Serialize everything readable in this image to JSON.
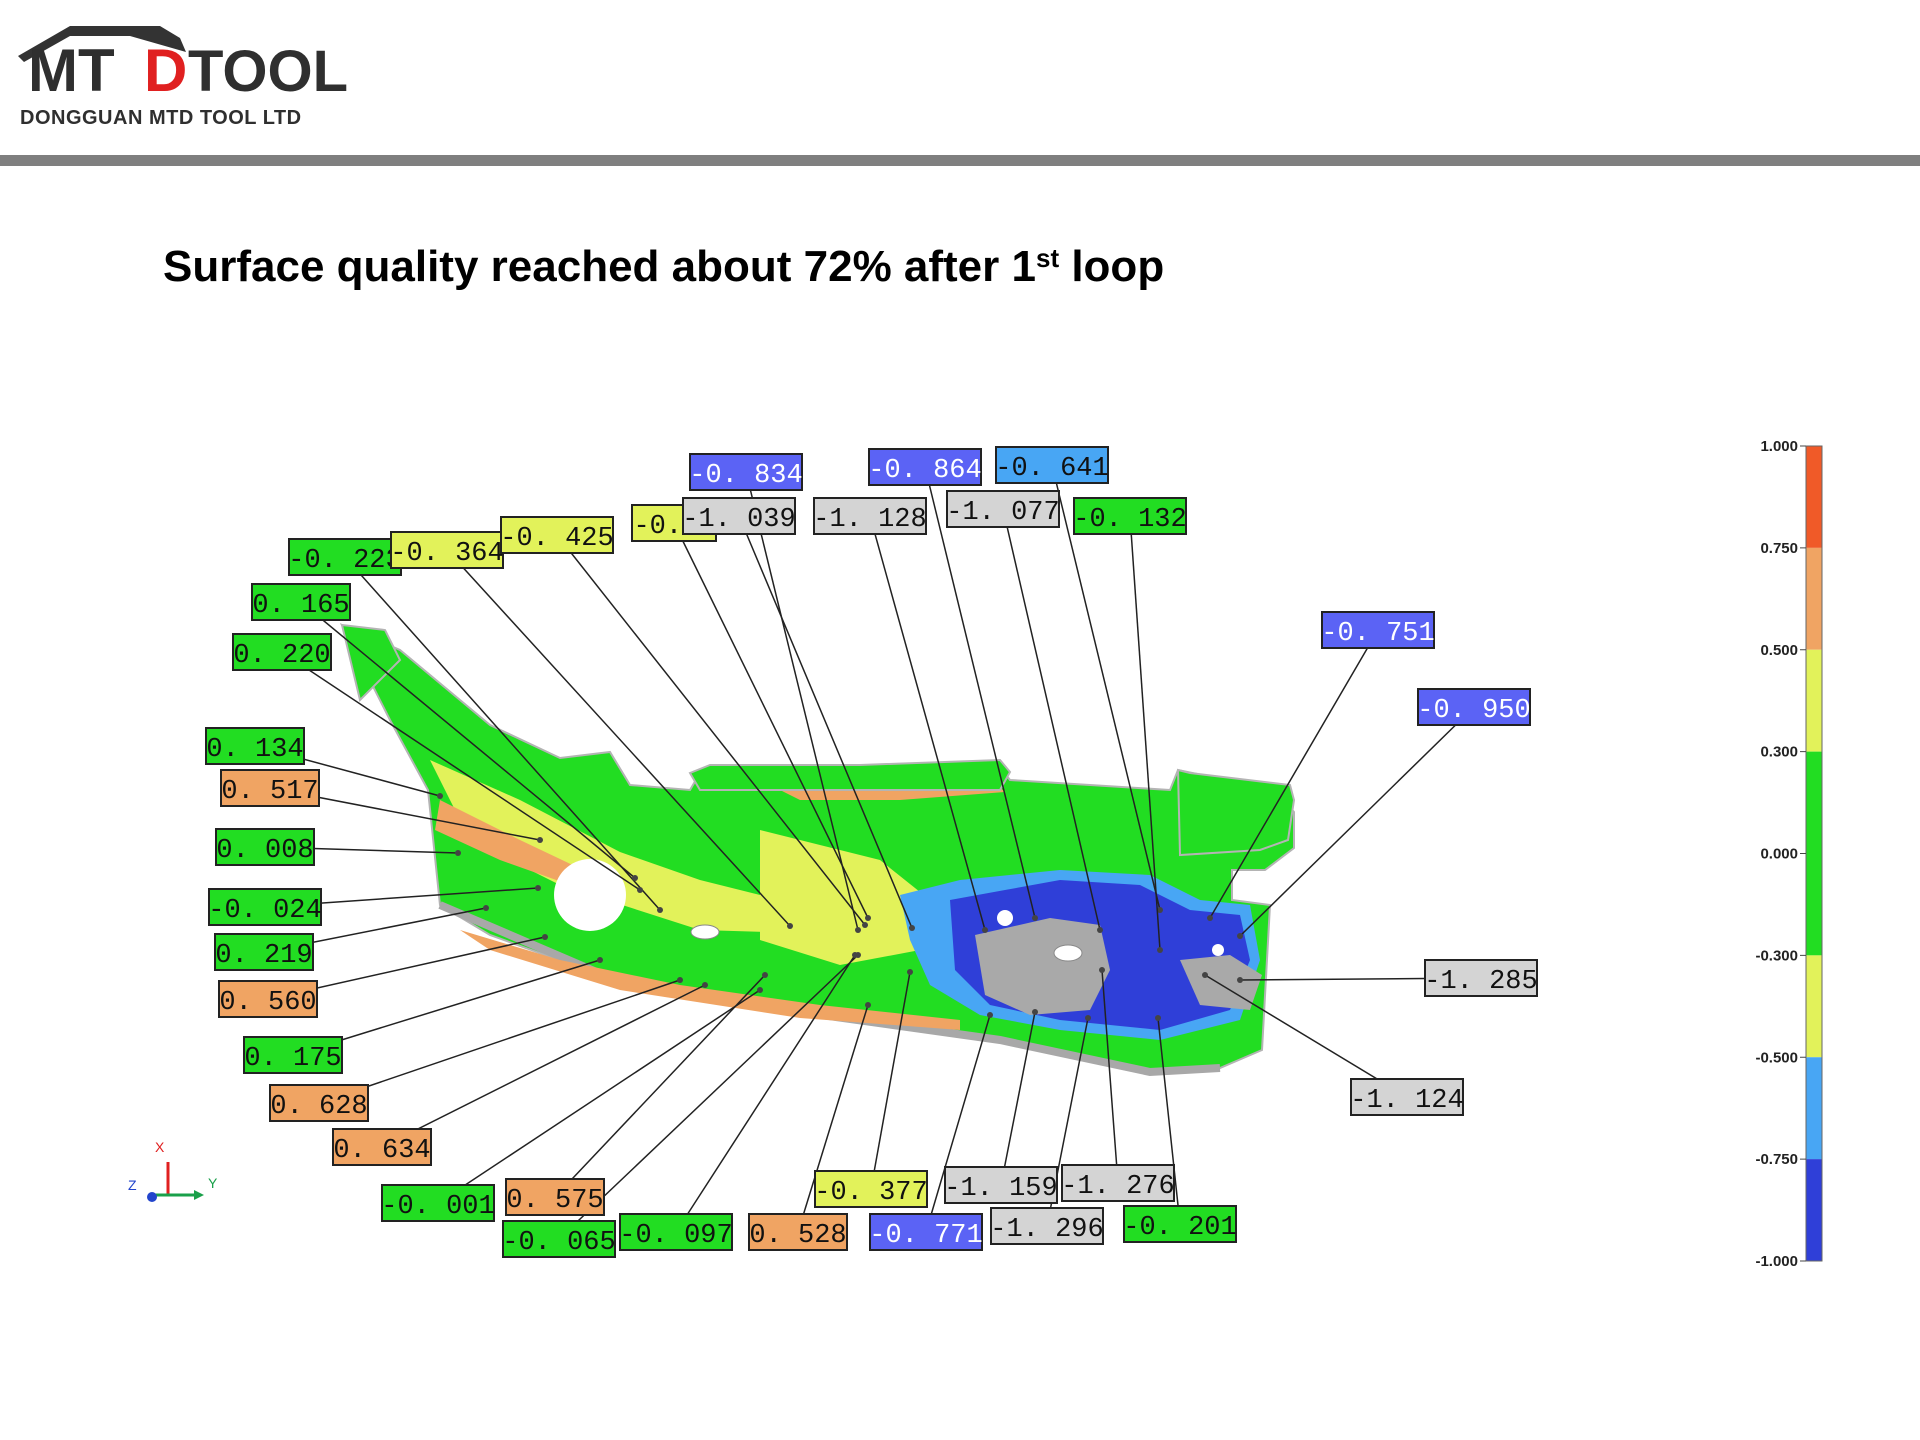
{
  "header": {
    "logo": {
      "mark": "MTD",
      "word": "TOOL",
      "company": "DONGGUAN MTD TOOL LTD"
    }
  },
  "title": {
    "main": "Surface quality reached about 72% after 1",
    "sup": "st",
    "tail": " loop"
  },
  "colors": {
    "green": "#22dd22",
    "yellow": "#e2f25a",
    "orange": "#f0a463",
    "blue": "#5b63f5",
    "lightblue": "#48a6f4",
    "gray": "#d4d4d4",
    "dark_blue": "#2f3fd8",
    "red": "#f05a28",
    "accent_red": "#e02020"
  },
  "axis_triad": {
    "x": "X",
    "y": "Y",
    "z": "Z"
  },
  "color_scale": {
    "ticks": [
      "1.000",
      "0.750",
      "0.500",
      "0.300",
      "0.000",
      "-0.300",
      "-0.500",
      "-0.750",
      "-1.000"
    ],
    "bands": [
      "red",
      "orange",
      "yellow",
      "green",
      "green",
      "yellow",
      "lightblue",
      "dark_blue"
    ]
  },
  "deviation_labels": [
    {
      "text": "-0. 834",
      "color": "blue"
    },
    {
      "text": "-0. 864",
      "color": "blue"
    },
    {
      "text": "-0. 641",
      "color": "lightblue"
    },
    {
      "text": "-0. 4",
      "color": "yellow"
    },
    {
      "text": "-1. 039",
      "color": "gray"
    },
    {
      "text": "-1. 128",
      "color": "gray"
    },
    {
      "text": "-1. 077",
      "color": "gray"
    },
    {
      "text": "-0. 132",
      "color": "green"
    },
    {
      "text": "-0. 223",
      "color": "green"
    },
    {
      "text": "-0. 364",
      "color": "yellow"
    },
    {
      "text": "-0. 425",
      "color": "yellow"
    },
    {
      "text": "0. 165",
      "color": "green"
    },
    {
      "text": "0. 220",
      "color": "green"
    },
    {
      "text": "-0. 751",
      "color": "blue"
    },
    {
      "text": "-0. 950",
      "color": "blue"
    },
    {
      "text": "0. 134",
      "color": "green"
    },
    {
      "text": "0. 517",
      "color": "orange"
    },
    {
      "text": "0. 008",
      "color": "green"
    },
    {
      "text": "-0. 024",
      "color": "green"
    },
    {
      "text": "0. 219",
      "color": "green"
    },
    {
      "text": "0. 560",
      "color": "orange"
    },
    {
      "text": "-1. 285",
      "color": "gray"
    },
    {
      "text": "0. 175",
      "color": "green"
    },
    {
      "text": "0. 628",
      "color": "orange"
    },
    {
      "text": "-1. 124",
      "color": "gray"
    },
    {
      "text": "0. 634",
      "color": "orange"
    },
    {
      "text": "-0. 001",
      "color": "green"
    },
    {
      "text": "0. 575",
      "color": "orange"
    },
    {
      "text": "-0. 065",
      "color": "green"
    },
    {
      "text": "-0. 097",
      "color": "green"
    },
    {
      "text": "0. 528",
      "color": "orange"
    },
    {
      "text": "-0. 377",
      "color": "yellow"
    },
    {
      "text": "-0. 771",
      "color": "blue"
    },
    {
      "text": "-1. 159",
      "color": "gray"
    },
    {
      "text": "-1. 296",
      "color": "gray"
    },
    {
      "text": "-1. 276",
      "color": "gray"
    },
    {
      "text": "-0. 201",
      "color": "green"
    }
  ]
}
